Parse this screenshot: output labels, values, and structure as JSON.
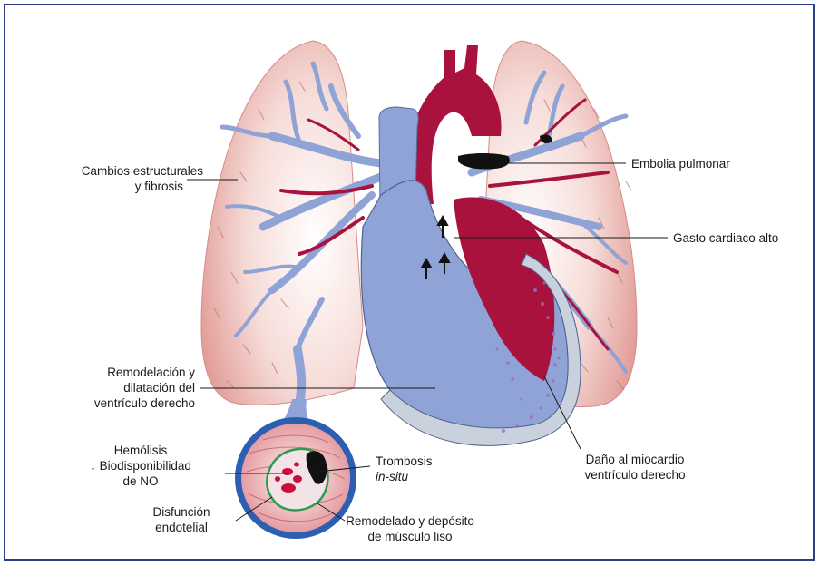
{
  "colors": {
    "border": "#2b3f8c",
    "lung": "#f2c9c3",
    "vein_blue": "#8fa3d6",
    "artery_red": "#a8123d",
    "myocardium": "#c9d2dc",
    "vessel_outer": "#2c5fb2"
  },
  "labels": {
    "cambios_1": "Cambios estructurales",
    "cambios_2": "y fibrosis",
    "embolia": "Embolia pulmonar",
    "gasto": "Gasto cardiaco alto",
    "remodelacion_1": "Remodelación y",
    "remodelacion_2": "dilatación del",
    "remodelacion_3": "ventrículo derecho",
    "hemolisis": "Hemólisis",
    "biodisp_arrow": "↓",
    "biodisp_1": "Biodisponibilidad",
    "biodisp_2": "de NO",
    "trombosis_1": "Trombosis",
    "trombosis_2": "in-situ",
    "dano_1": "Daño al miocardio",
    "dano_2": "ventrículo derecho",
    "disfuncion_1": "Disfunción",
    "disfuncion_2": "endotelial",
    "remodelado_1": "Remodelado y depósito",
    "remodelado_2": "de músculo liso"
  }
}
